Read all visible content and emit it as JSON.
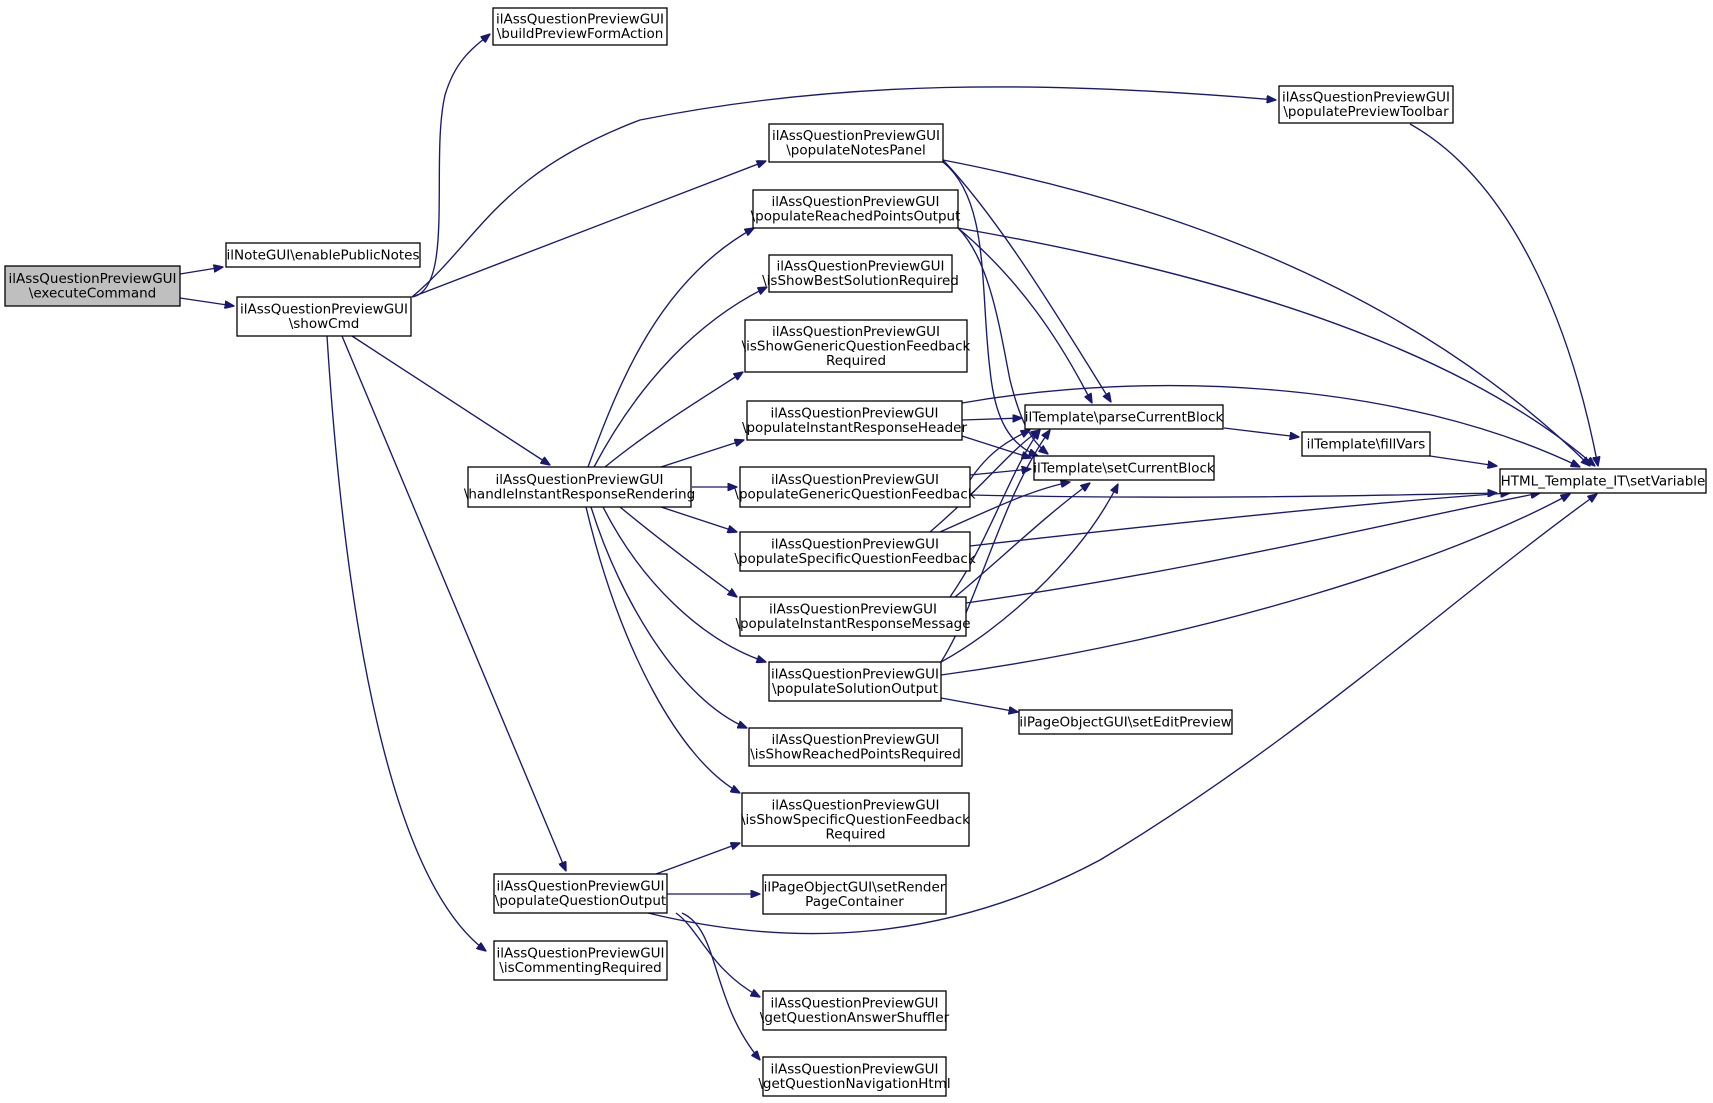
{
  "graph": {
    "title": "",
    "edge_color": "#191970",
    "root_fill": "#bfbfbf",
    "nodes": [
      {
        "id": "execCmd",
        "lines": [
          "ilAssQuestionPreviewGUI",
          "\\executeCommand"
        ]
      },
      {
        "id": "enableNotes",
        "lines": [
          "ilNoteGUI\\enablePublicNotes"
        ]
      },
      {
        "id": "showCmd",
        "lines": [
          "ilAssQuestionPreviewGUI",
          "\\showCmd"
        ]
      },
      {
        "id": "buildForm",
        "lines": [
          "ilAssQuestionPreviewGUI",
          "\\buildPreviewFormAction"
        ]
      },
      {
        "id": "toolbar",
        "lines": [
          "ilAssQuestionPreviewGUI",
          "\\populatePreviewToolbar"
        ]
      },
      {
        "id": "notesPanel",
        "lines": [
          "ilAssQuestionPreviewGUI",
          "\\populateNotesPanel"
        ]
      },
      {
        "id": "reachedOut",
        "lines": [
          "ilAssQuestionPreviewGUI",
          "\\populateReachedPointsOutput"
        ]
      },
      {
        "id": "bestSol",
        "lines": [
          "ilAssQuestionPreviewGUI",
          "\\isShowBestSolutionRequired"
        ]
      },
      {
        "id": "genReq",
        "lines": [
          "ilAssQuestionPreviewGUI",
          "\\isShowGenericQuestionFeedback",
          "Required"
        ]
      },
      {
        "id": "irHeader",
        "lines": [
          "ilAssQuestionPreviewGUI",
          "\\populateInstantResponseHeader"
        ]
      },
      {
        "id": "handleIR",
        "lines": [
          "ilAssQuestionPreviewGUI",
          "\\handleInstantResponseRendering"
        ]
      },
      {
        "id": "genFb",
        "lines": [
          "ilAssQuestionPreviewGUI",
          "\\populateGenericQuestionFeedback"
        ]
      },
      {
        "id": "specFb",
        "lines": [
          "ilAssQuestionPreviewGUI",
          "\\populateSpecificQuestionFeedback"
        ]
      },
      {
        "id": "irMsg",
        "lines": [
          "ilAssQuestionPreviewGUI",
          "\\populateInstantResponseMessage"
        ]
      },
      {
        "id": "solOut",
        "lines": [
          "ilAssQuestionPreviewGUI",
          "\\populateSolutionOutput"
        ]
      },
      {
        "id": "reachedReq",
        "lines": [
          "ilAssQuestionPreviewGUI",
          "\\isShowReachedPointsRequired"
        ]
      },
      {
        "id": "specReq",
        "lines": [
          "ilAssQuestionPreviewGUI",
          "\\isShowSpecificQuestionFeedback",
          "Required"
        ]
      },
      {
        "id": "qOut",
        "lines": [
          "ilAssQuestionPreviewGUI",
          "\\populateQuestionOutput"
        ]
      },
      {
        "id": "renderPC",
        "lines": [
          "ilPageObjectGUI\\setRender",
          "PageContainer"
        ]
      },
      {
        "id": "commentReq",
        "lines": [
          "ilAssQuestionPreviewGUI",
          "\\isCommentingRequired"
        ]
      },
      {
        "id": "shuffler",
        "lines": [
          "ilAssQuestionPreviewGUI",
          "\\getQuestionAnswerShuffler"
        ]
      },
      {
        "id": "navHtml",
        "lines": [
          "ilAssQuestionPreviewGUI",
          "\\getQuestionNavigationHtml"
        ]
      },
      {
        "id": "parseBlock",
        "lines": [
          "ilTemplate\\parseCurrentBlock"
        ]
      },
      {
        "id": "setBlock",
        "lines": [
          "ilTemplate\\setCurrentBlock"
        ]
      },
      {
        "id": "fillVars",
        "lines": [
          "ilTemplate\\fillVars"
        ]
      },
      {
        "id": "setVar",
        "lines": [
          "HTML_Template_IT\\setVariable"
        ]
      },
      {
        "id": "editPrev",
        "lines": [
          "ilPageObjectGUI\\setEditPreview"
        ]
      }
    ]
  }
}
